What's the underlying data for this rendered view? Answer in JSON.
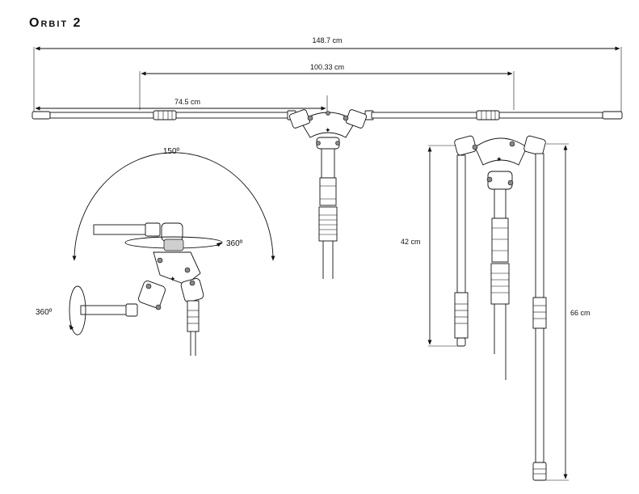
{
  "title": "Orbit 2",
  "dimensions": {
    "total_span": "148.7 cm",
    "inner_span": "100.33 cm",
    "arm_length": "74.5 cm",
    "short_drop": "42 cm",
    "long_drop": "66 cm"
  },
  "rotation": {
    "sweep_angle": "150º",
    "horizontal_spin": "360º",
    "axial_spin": "360º"
  }
}
